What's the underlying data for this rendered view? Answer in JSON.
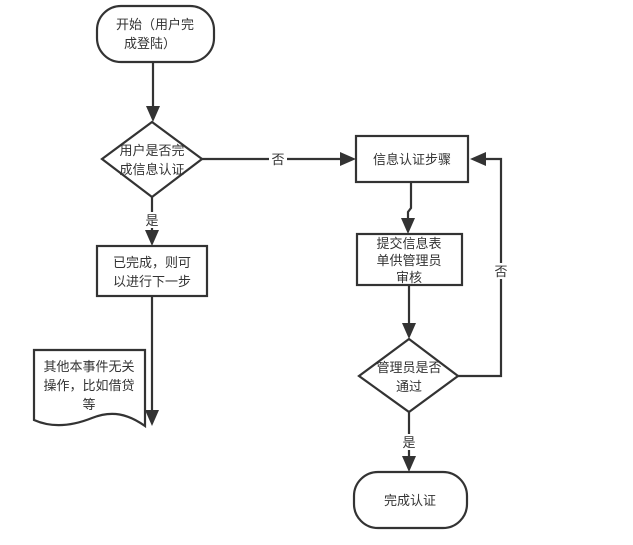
{
  "diagram": {
    "type": "flowchart",
    "colors": {
      "stroke": "#333333",
      "fill": "#ffffff",
      "text": "#333333",
      "background": "#ffffff"
    },
    "nodes": {
      "start": {
        "shape": "terminal",
        "lines": [
          "开始（用户完",
          "成登陆）"
        ]
      },
      "check_auth": {
        "shape": "decision",
        "lines": [
          "用户是否完",
          "成信息认证"
        ]
      },
      "done_next": {
        "shape": "process",
        "lines": [
          "已完成，则可",
          "以进行下一步"
        ]
      },
      "other_ops": {
        "shape": "document",
        "lines": [
          "其他本事件无关",
          "操作，比如借贷",
          "等"
        ]
      },
      "auth_steps": {
        "shape": "process",
        "lines": [
          "信息认证步骤"
        ]
      },
      "submit_form": {
        "shape": "process",
        "lines": [
          "提交信息表",
          "单供管理员",
          "审核"
        ]
      },
      "admin_check": {
        "shape": "decision",
        "lines": [
          "管理员是否",
          "通过"
        ]
      },
      "end": {
        "shape": "terminal",
        "lines": [
          "完成认证"
        ]
      }
    },
    "edges": {
      "start_to_check": {
        "from": "start",
        "to": "check_auth",
        "label": ""
      },
      "check_yes": {
        "from": "check_auth",
        "to": "done_next",
        "label": "是"
      },
      "check_no": {
        "from": "check_auth",
        "to": "auth_steps",
        "label": "否"
      },
      "done_to_other": {
        "from": "done_next",
        "to": "other_ops",
        "label": ""
      },
      "steps_to_submit": {
        "from": "auth_steps",
        "to": "submit_form",
        "label": ""
      },
      "submit_to_admin": {
        "from": "submit_form",
        "to": "admin_check",
        "label": ""
      },
      "admin_yes": {
        "from": "admin_check",
        "to": "end",
        "label": "是"
      },
      "admin_no": {
        "from": "admin_check",
        "to": "auth_steps",
        "label": "否"
      }
    }
  }
}
